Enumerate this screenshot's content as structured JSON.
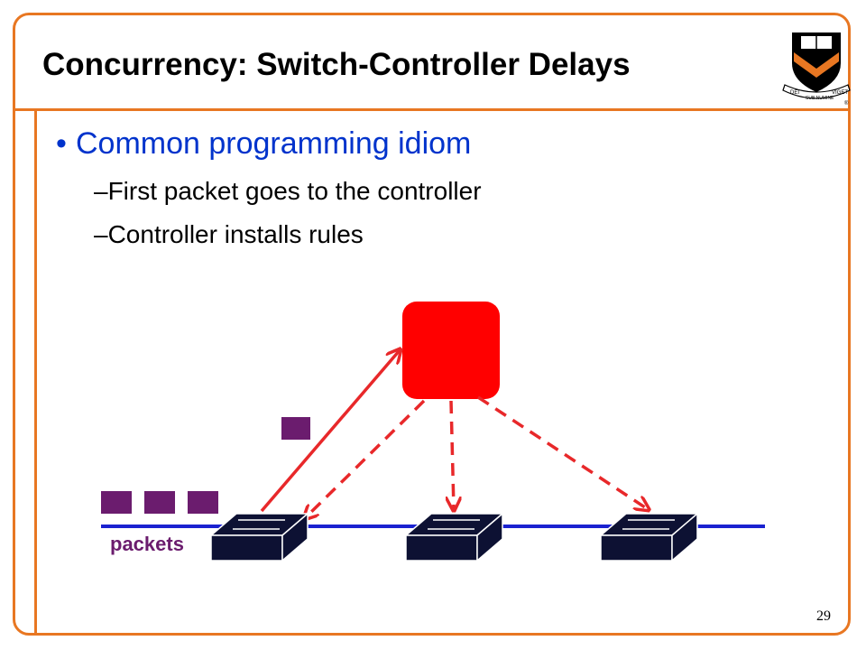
{
  "slide": {
    "title": "Concurrency: Switch-Controller Delays",
    "bullet": "Common programming idiom",
    "sub_items": [
      "–First packet goes to the controller",
      "–Controller installs rules"
    ],
    "packets_label": "packets",
    "slide_number": "29",
    "logo": {
      "icon": "princeton-shield-icon",
      "motto_left": "DEI",
      "motto_center": "SUB NUMINE",
      "motto_right": "VIGET",
      "mark": "®"
    }
  },
  "colors": {
    "accent_orange": "#E87722",
    "bullet_blue": "#0033CC",
    "controller_red": "#FF0000",
    "arrow_red": "#E8282A",
    "switch_navy": "#0D1133",
    "packet_purple": "#6B1C6E",
    "link_blue": "#1A22D0"
  },
  "diagram": {
    "nodes": [
      "controller",
      "switch-1",
      "switch-2",
      "switch-3"
    ],
    "links": [
      {
        "from": "switch-1",
        "to": "controller",
        "style": "solid",
        "meaning": "first packet"
      },
      {
        "from": "controller",
        "to": "switch-1",
        "style": "dashed",
        "meaning": "install rules"
      },
      {
        "from": "controller",
        "to": "switch-2",
        "style": "dashed",
        "meaning": "install rules"
      },
      {
        "from": "controller",
        "to": "switch-3",
        "style": "dashed",
        "meaning": "install rules"
      }
    ],
    "queued_packets": 3,
    "in_flight_packets": 1
  }
}
